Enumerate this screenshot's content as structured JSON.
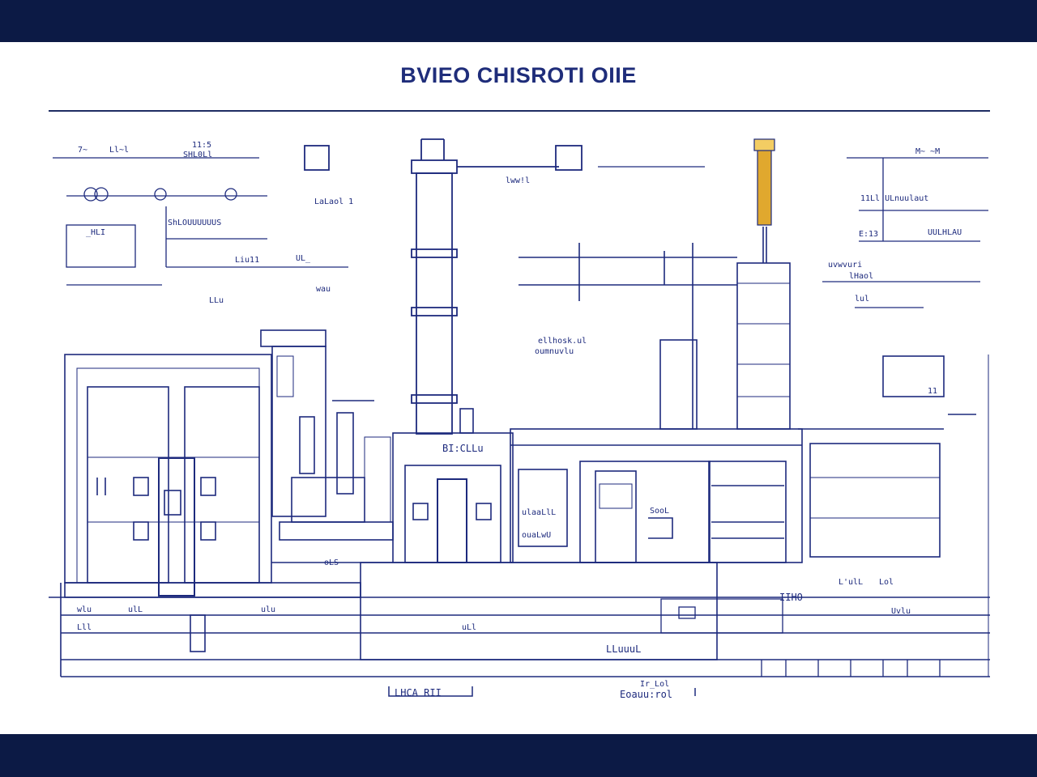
{
  "title": "BVIEO CHISROTI OIIE",
  "colors": {
    "band": "#0c1a45",
    "ink": "#1d2a7d",
    "light_ink": "#4a5fb8",
    "accent": "#e0a82e"
  },
  "labels": {
    "top_left_a": "7~",
    "top_left_b": "Ll~l",
    "top_left_c": "11:5",
    "top_left_d": "SHL0Ll",
    "left_dim": "LaLaol 1",
    "left_series": "ShLOUUUUUUS",
    "left_hl": "_HLI",
    "left_mid_a": "Liu11",
    "left_mid_b": "UL_",
    "left_mid_c": "wau",
    "left_mid_d": "LLu",
    "stack_note": "lww!l",
    "center_note_a": "ellhosk.ul",
    "center_note_b": "oumnuvlu",
    "right_top": "M~ ~M",
    "right_head": "11Ll ULnuulaut",
    "right_e": "E:13",
    "right_f": "UULHLAU",
    "right_g": "uvwvuri",
    "right_h": "lHaol",
    "right_i": "lul",
    "right_j": "11",
    "panel_a": "BI:CLLu",
    "panel_b": "ulaaLlL",
    "panel_c": "ouaLwU",
    "panel_d": "SooL",
    "lower_a": "oLS",
    "lower_b": "wlu",
    "lower_c": "ulL",
    "lower_d": "ulu",
    "lower_e": "Lll",
    "lower_f": "uLl",
    "lower_g": "LLuuuL",
    "lower_h": "IIHO",
    "lower_i": "Lol",
    "lower_j": "L'ulL",
    "lower_k": "Uvlu",
    "footer_left": "LHCA RII",
    "footer_mid_a": "Ir_Lol",
    "footer_mid_b": "Eoauu:rol"
  }
}
